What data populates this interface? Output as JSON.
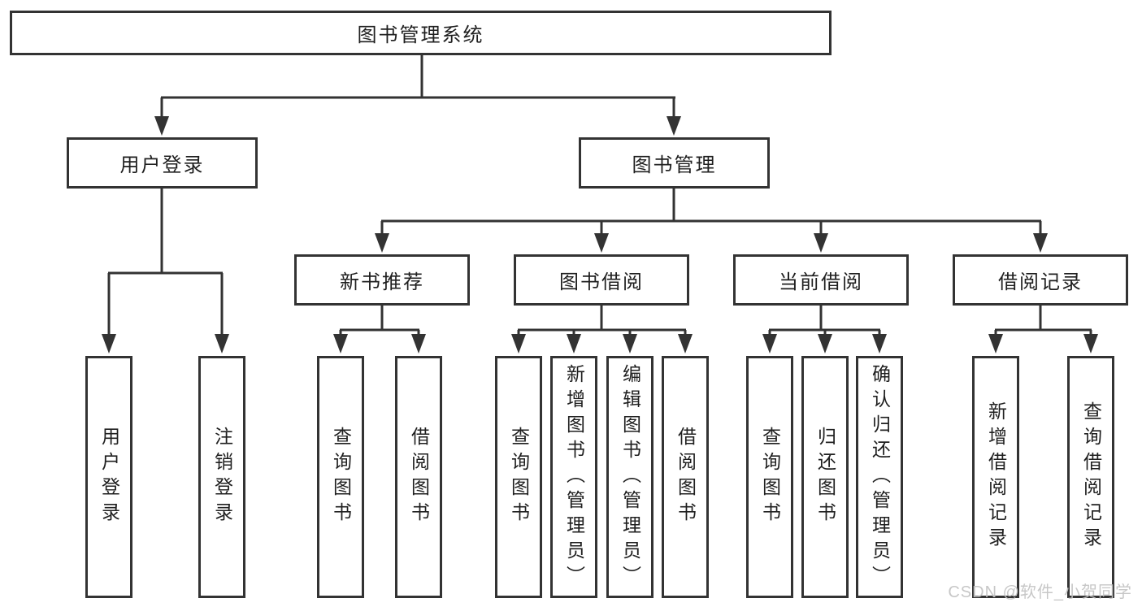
{
  "diagram": {
    "root": {
      "label": "图书管理系统"
    },
    "level2": [
      {
        "label": "用户登录",
        "children": [
          {
            "label": "用户登录"
          },
          {
            "label": "注销登录"
          }
        ]
      },
      {
        "label": "图书管理",
        "children": [
          {
            "label": "新书推荐",
            "children": [
              {
                "label": "查询图书"
              },
              {
                "label": "借阅图书"
              }
            ]
          },
          {
            "label": "图书借阅",
            "children": [
              {
                "label": "查询图书"
              },
              {
                "label": "新增图书（管理员）"
              },
              {
                "label": "编辑图书（管理员）"
              },
              {
                "label": "借阅图书"
              }
            ]
          },
          {
            "label": "当前借阅",
            "children": [
              {
                "label": "查询图书"
              },
              {
                "label": "归还图书"
              },
              {
                "label": "确认归还（管理员）"
              }
            ]
          },
          {
            "label": "借阅记录",
            "children": [
              {
                "label": "新增借阅记录"
              },
              {
                "label": "查询借阅记录"
              }
            ]
          }
        ]
      }
    ]
  },
  "watermark": {
    "text": "CSDN @软件_小贺同学"
  },
  "colors": {
    "line": "#333333",
    "box_border": "#333333",
    "box_background": "#ffffff",
    "text": "#1f1f1f",
    "watermark": "#c2c2c2"
  }
}
